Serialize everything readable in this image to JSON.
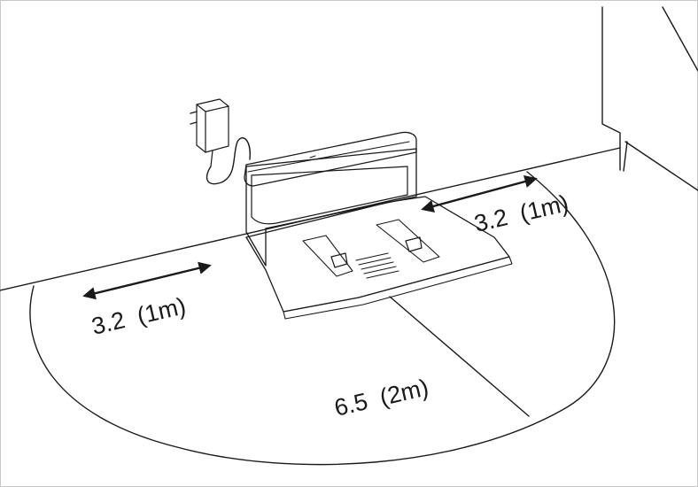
{
  "labels": {
    "left_distance": "3.2  (1m)",
    "right_distance": "3.2  (1m)",
    "front_distance": "6.5  (2m)"
  },
  "colors": {
    "line": "#1a1a1a",
    "floor": "#ffffff",
    "dock_shading": "#e6e6e6"
  },
  "icons": {
    "arrow": "double-headed-arrow",
    "adapter": "power-adapter",
    "dock": "charging-dock"
  }
}
